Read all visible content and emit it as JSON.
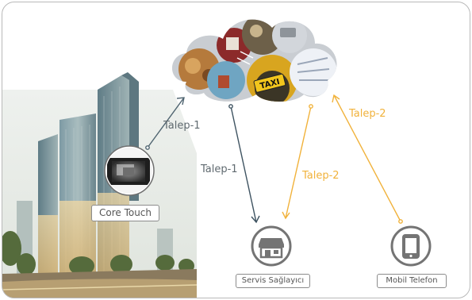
{
  "diagram": {
    "nodes": {
      "core_touch": {
        "label": "Core Touch"
      },
      "service_provider": {
        "label": "Servis Sağlayıcı",
        "icon": "storefront-icon"
      },
      "mobile_phone": {
        "label": "Mobil Telefon",
        "icon": "smartphone-icon"
      },
      "cloud": {
        "icon": "cloud-services-collage",
        "badge": "TAXI"
      }
    },
    "arrows": {
      "core_to_cloud": {
        "label": "Talep-1",
        "color": "#4f6470"
      },
      "cloud_to_service_blue": {
        "label": "Talep-1",
        "color": "#3e5361"
      },
      "cloud_to_service_orange": {
        "label": "Talep-2",
        "color": "#f1b23b"
      },
      "mobile_to_cloud": {
        "label": "Talep-2",
        "color": "#f1b23b"
      }
    },
    "colors": {
      "frame": "#b9b9b9",
      "icon_gray": "#747474",
      "label_text": "#555555",
      "sky": "#e6ebe6"
    }
  }
}
